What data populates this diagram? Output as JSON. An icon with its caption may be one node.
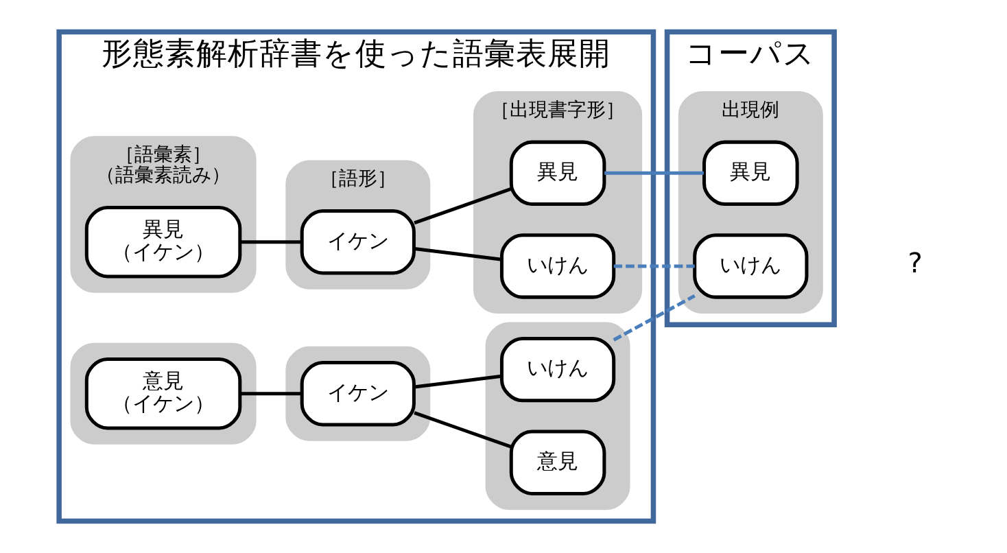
{
  "diagram": {
    "nodes": [
      {
        "text": [
          "形態素解析辞書を使った語彙表展開"
        ]
      },
      {
        "text": [
          "［語彙素］",
          "（語彙素読み）"
        ],
        "in": 0
      },
      {
        "text": [
          "異見",
          "（イケン）"
        ],
        "in": 1
      },
      {
        "text": [
          "［語形］"
        ],
        "in": 0
      },
      {
        "text": [
          "イケン"
        ],
        "in": 3
      },
      {
        "text": [
          "［出現書字形］"
        ],
        "in": 0
      },
      {
        "text": [
          "異見"
        ],
        "in": 5
      },
      {
        "text": [
          "いけん"
        ],
        "in": 5
      },
      {
        "text": [],
        "shape": "box",
        "in": 0
      },
      {
        "text": [
          "意見",
          "（イケン）"
        ],
        "in": 8
      },
      {
        "text": [],
        "shape": "box",
        "in": 0
      },
      {
        "text": [
          "イケン"
        ],
        "in": 10
      },
      {
        "text": [],
        "shape": "box",
        "in": 0
      },
      {
        "text": [
          "いけん"
        ],
        "in": 12
      },
      {
        "text": [
          "意見"
        ],
        "in": 12
      },
      {
        "text": [
          "コーパス"
        ]
      },
      {
        "text": [
          "出現例"
        ],
        "in": 15
      },
      {
        "text": [
          "異見"
        ],
        "in": 16
      },
      {
        "text": [
          "いけん"
        ],
        "in": 16
      }
    ],
    "edges": [
      {
        "from": 2,
        "to": 4,
        "arrow": "none"
      },
      {
        "from": 4,
        "to": 6,
        "arrow": "none"
      },
      {
        "from": 4,
        "to": 7,
        "arrow": "none"
      },
      {
        "from": 9,
        "to": 11,
        "arrow": "none"
      },
      {
        "from": 11,
        "to": 13,
        "arrow": "none"
      },
      {
        "from": 11,
        "to": 14,
        "arrow": "none"
      },
      {
        "from": 6,
        "to": 17,
        "arrow": "none",
        "color": "#4a7ebb"
      },
      {
        "from": 7,
        "to": 18,
        "arrow": "none",
        "style": "dashed",
        "color": "#4a7ebb"
      },
      {
        "from": 13,
        "to": 18,
        "arrow": "none",
        "style": "dashed",
        "color": "#4a7ebb"
      }
    ],
    "labels": [
      "?"
    ]
  }
}
